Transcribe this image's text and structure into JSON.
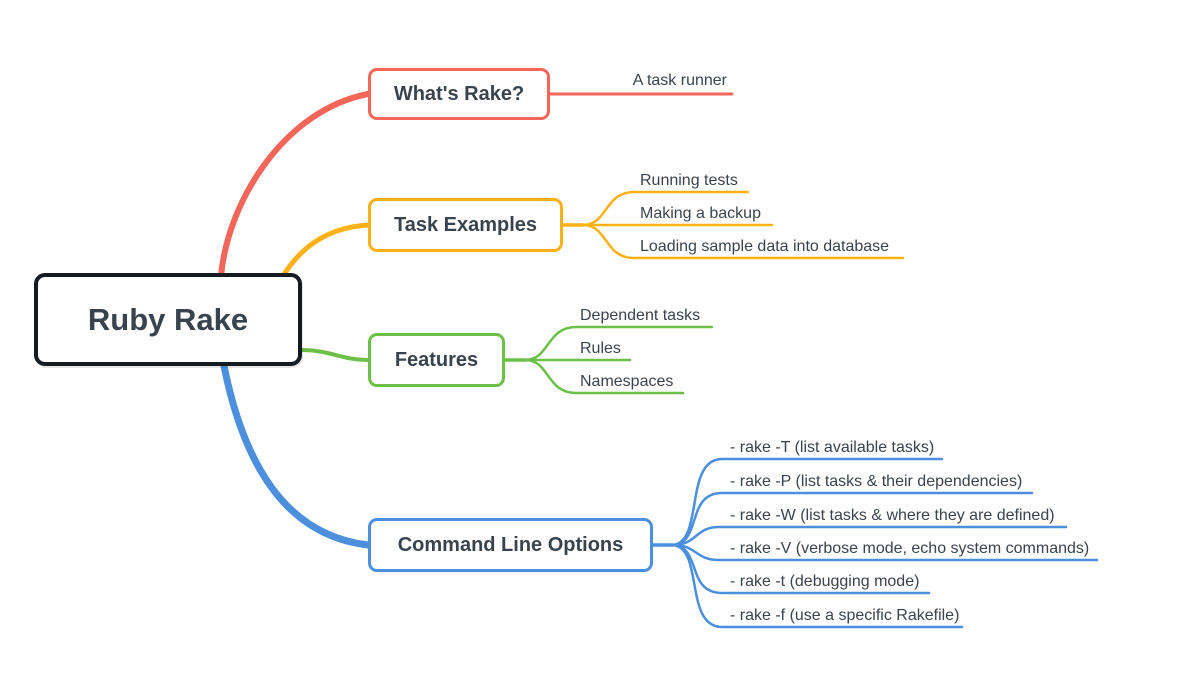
{
  "root": {
    "label": "Ruby Rake",
    "border_color": "#161b21",
    "text_color": "#39434e"
  },
  "branches": [
    {
      "label": "What's Rake?",
      "color": "#f4665a",
      "children": [
        {
          "label": "A task runner"
        }
      ]
    },
    {
      "label": "Task Examples",
      "color": "#fcb116",
      "children": [
        {
          "label": "Running tests"
        },
        {
          "label": "Making a backup"
        },
        {
          "label": "Loading sample data into database"
        }
      ]
    },
    {
      "label": "Features",
      "color": "#6cbf47",
      "children": [
        {
          "label": "Dependent tasks"
        },
        {
          "label": "Rules"
        },
        {
          "label": "Namespaces"
        }
      ]
    },
    {
      "label": "Command Line Options",
      "color": "#4b8fdd",
      "children": [
        {
          "label": "- rake -T (list available tasks)"
        },
        {
          "label": "- rake -P (list tasks & their dependencies)"
        },
        {
          "label": "- rake -W (list tasks & where they are defined)"
        },
        {
          "label": "- rake -V (verbose mode, echo system commands)"
        },
        {
          "label": "- rake -t (debugging mode)"
        },
        {
          "label": "- rake -f (use a specific Rakefile)"
        }
      ]
    }
  ]
}
